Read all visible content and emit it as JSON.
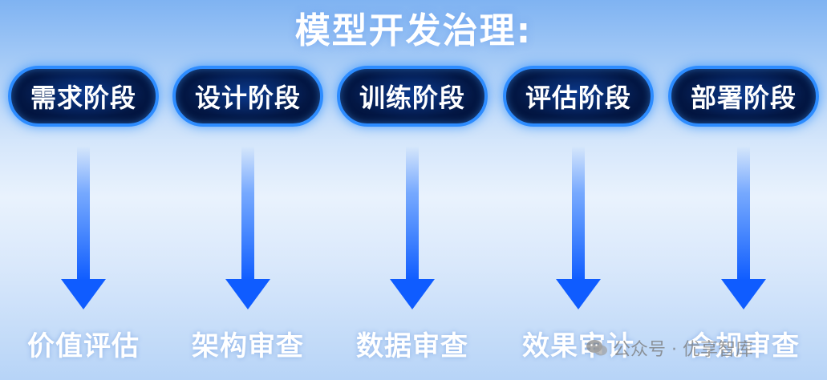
{
  "title": "模型开发治理:",
  "stages": [
    {
      "label": "需求阶段",
      "result": "价值评估"
    },
    {
      "label": "设计阶段",
      "result": "架构审查"
    },
    {
      "label": "训练阶段",
      "result": "数据审查"
    },
    {
      "label": "评估阶段",
      "result": "效果审计"
    },
    {
      "label": "部署阶段",
      "result": "合规审查"
    }
  ],
  "watermark": {
    "text": "公众号 · 优享智库",
    "icon": "wechat-icon"
  },
  "colors": {
    "pill_fill": "#031744",
    "pill_border": "#2d8cff",
    "arrow": "#1a6cff",
    "text": "#ffffff"
  }
}
